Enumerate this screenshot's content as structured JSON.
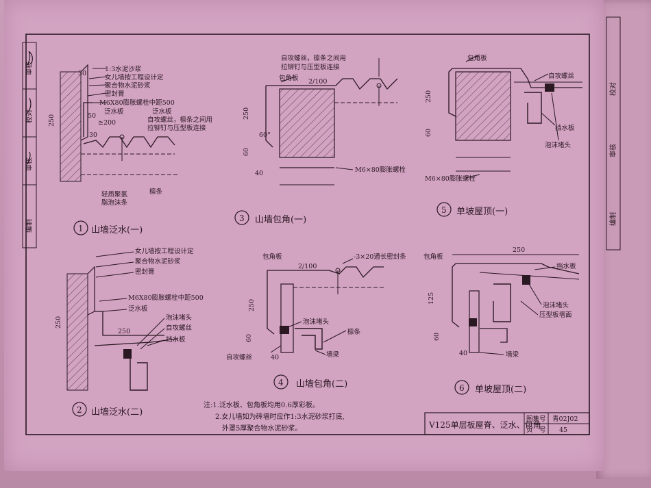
{
  "details": [
    {
      "number": "1",
      "title": "山墙泛水(一)",
      "labels": [
        "1:3水泥沙浆",
        "女儿墙按工程设计定",
        "聚合物水泥砂浆",
        "密封膏",
        "M6X80膨胀螺栓中距500",
        "泛水板",
        "泛水板",
        "自攻螺丝，檩条之间用",
        "拉铆钉与压型板连接",
        "轻质聚氯",
        "脂泡沫条",
        "檩条"
      ],
      "dims": [
        "30",
        "250",
        "50",
        "≥200",
        "30"
      ]
    },
    {
      "number": "2",
      "title": "山墙泛水(二)",
      "labels": [
        "女儿墙按工程设计定",
        "聚合物水泥砂浆",
        "密封膏",
        "M6X80膨胀螺栓中距500",
        "泛水板",
        "泡沫堵头",
        "自攻螺丝",
        "挡水板"
      ],
      "dims": [
        "250",
        "250"
      ]
    },
    {
      "number": "3",
      "title": "山墙包角(一)",
      "labels": [
        "自攻螺丝，檩条之间用",
        "拉铆钉与压型板连接",
        "包角板",
        "M6×80膨胀螺栓"
      ],
      "dims": [
        "2/100",
        "250",
        "60°",
        "60",
        "40"
      ]
    },
    {
      "number": "4",
      "title": "山墙包角(二)",
      "labels": [
        "包角板",
        "-3×20通长密封条",
        "泡沫堵头",
        "檩条",
        "墙梁",
        "自攻螺丝"
      ],
      "dims": [
        "2/100",
        "250",
        "60",
        "40"
      ]
    },
    {
      "number": "5",
      "title": "单坡屋顶(一)",
      "labels": [
        "包角板",
        "自攻螺丝",
        "挡水板",
        "泡沫堵头",
        "M6×80膨胀螺栓"
      ],
      "dims": [
        "250",
        "60"
      ]
    },
    {
      "number": "6",
      "title": "单坡屋顶(二)",
      "labels": [
        "包角板",
        "挡水板",
        "泡沫堵头",
        "压型板墙面",
        "墙梁"
      ],
      "dims": [
        "250",
        "125",
        "60",
        "40"
      ]
    }
  ],
  "notes": [
    "注:1.泛水板、包角板均用0.6厚彩板。",
    "2.女儿墙如为砖墙时应作1:3水泥砂浆打底,",
    "外罩5厚聚合物水泥砂浆。"
  ],
  "title_block": {
    "title": "V125单层板屋脊、泛水、包角",
    "atlas_label": "图集号",
    "atlas_value": "青02J02",
    "page_label": "页　号",
    "page_value": "45"
  },
  "side_strip": [
    "编制",
    "审核",
    "校对",
    "审核"
  ],
  "side_strip_right": [
    "编制",
    "审核",
    "校对"
  ],
  "colors": {
    "ink": "#2a1822",
    "paper": "#d3a3c2"
  }
}
